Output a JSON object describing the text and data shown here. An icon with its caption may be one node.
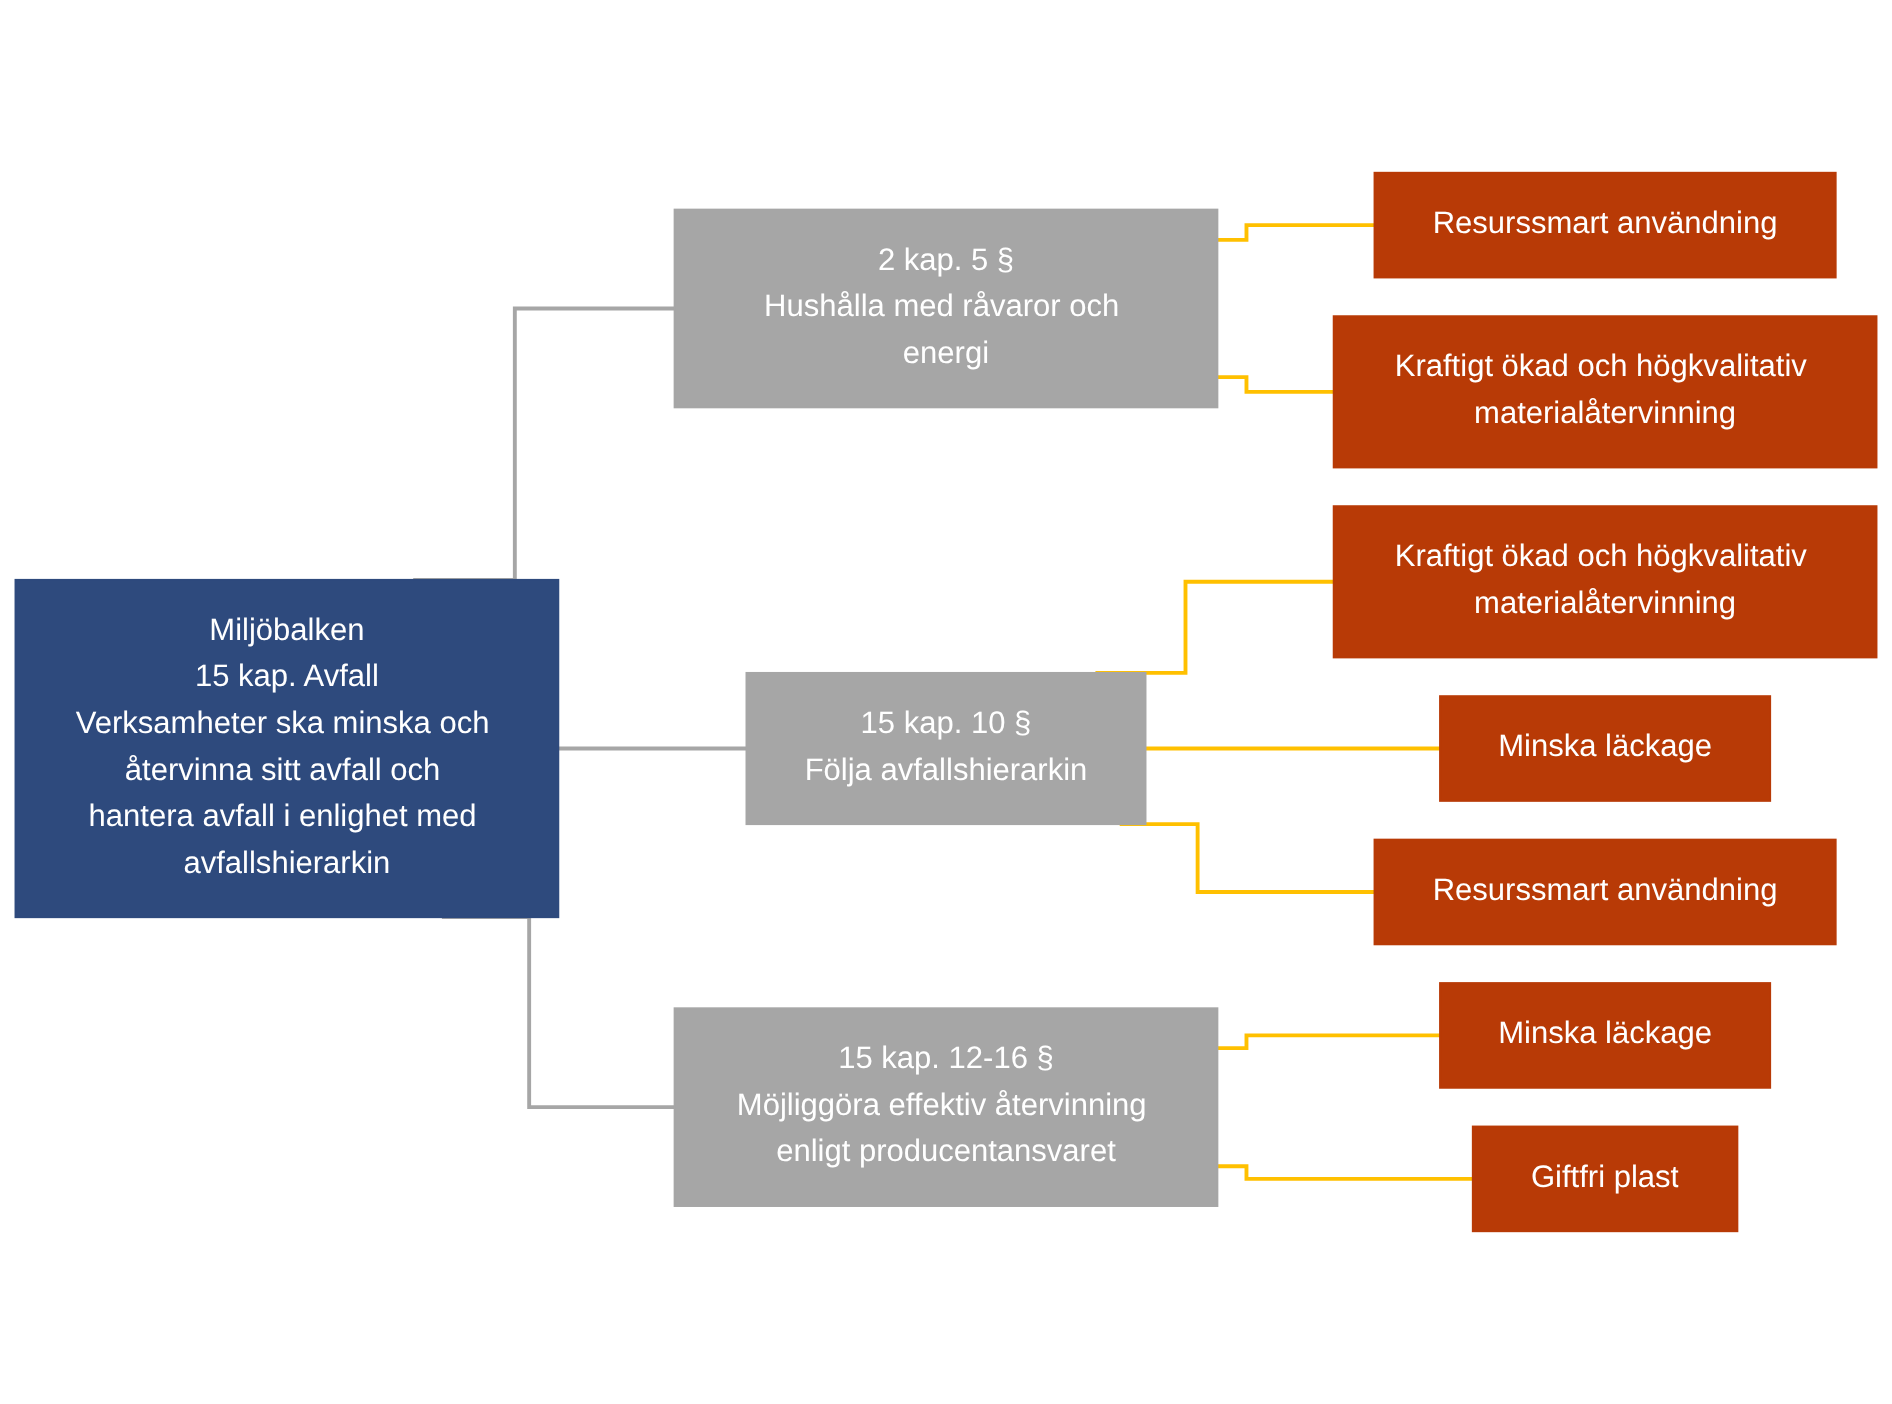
{
  "diagram": {
    "nodes": [
      {
        "text": [
          "Miljöbalken",
          "15 kap. Avfall",
          "Verksamheter ska minska och återvinna sitt avfall och hantera avfall i enlighet med avfallshierarkin"
        ]
      },
      {
        "text": [
          "2 kap. 5 §",
          "Hushålla med råvaror och energi"
        ]
      },
      {
        "text": [
          "Resurssmart användning"
        ]
      },
      {
        "text": [
          "Kraftigt ökad och högkvalitativ materialåtervinning"
        ]
      },
      {
        "text": [
          "15 kap. 10 §",
          "Följa avfallshierarkin"
        ]
      },
      {
        "text": [
          "Kraftigt ökad och högkvalitativ materialåtervinning"
        ]
      },
      {
        "text": [
          "Minska läckage"
        ]
      },
      {
        "text": [
          "Resurssmart användning"
        ]
      },
      {
        "text": [
          "15 kap. 12-16 §",
          "Möjliggöra effektiv återvinning enligt producentansvaret"
        ]
      },
      {
        "text": [
          "Minska läckage"
        ]
      },
      {
        "text": [
          "Giftfri plast"
        ]
      }
    ],
    "edges": [
      {
        "from": 0,
        "to": 1,
        "arrow": "none",
        "color": "#a6a6a6"
      },
      {
        "from": 1,
        "to": 2,
        "arrow": "none"
      },
      {
        "from": 1,
        "to": 3,
        "arrow": "none"
      },
      {
        "from": 0,
        "to": 4,
        "arrow": "none",
        "color": "#a6a6a6"
      },
      {
        "from": 4,
        "to": 5,
        "arrow": "none"
      },
      {
        "from": 4,
        "to": 6,
        "arrow": "none"
      },
      {
        "from": 4,
        "to": 7,
        "arrow": "none"
      },
      {
        "from": 0,
        "to": 8,
        "arrow": "none",
        "color": "#a6a6a6"
      },
      {
        "from": 8,
        "to": 9,
        "arrow": "none"
      },
      {
        "from": 8,
        "to": 10,
        "arrow": "none"
      }
    ]
  }
}
